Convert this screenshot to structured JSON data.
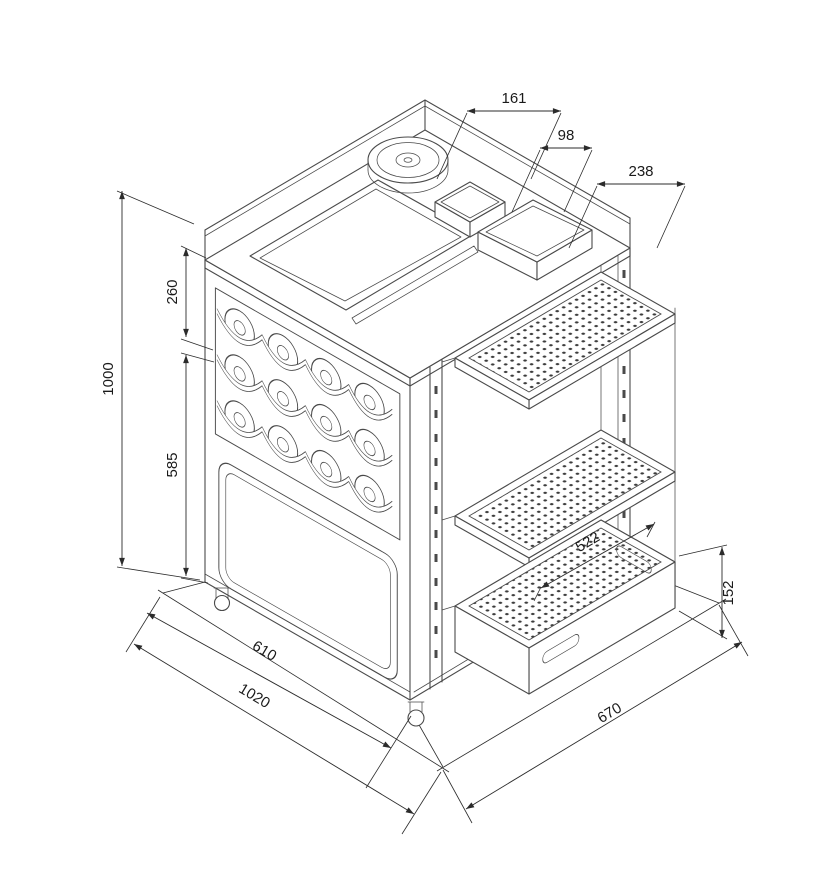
{
  "diagram": {
    "subject": "serving-trolley-isometric-dimension-drawing",
    "colors": {
      "background": "#ffffff",
      "line": "#4a4a4a",
      "dimension": "#2b2b2b"
    },
    "dims": {
      "d161": "161",
      "d98": "98",
      "d238": "238",
      "d260": "260",
      "d1000": "1000",
      "d585": "585",
      "d522": "522",
      "d152": "152",
      "d610": "610",
      "d1020": "1020",
      "d670": "670"
    }
  }
}
